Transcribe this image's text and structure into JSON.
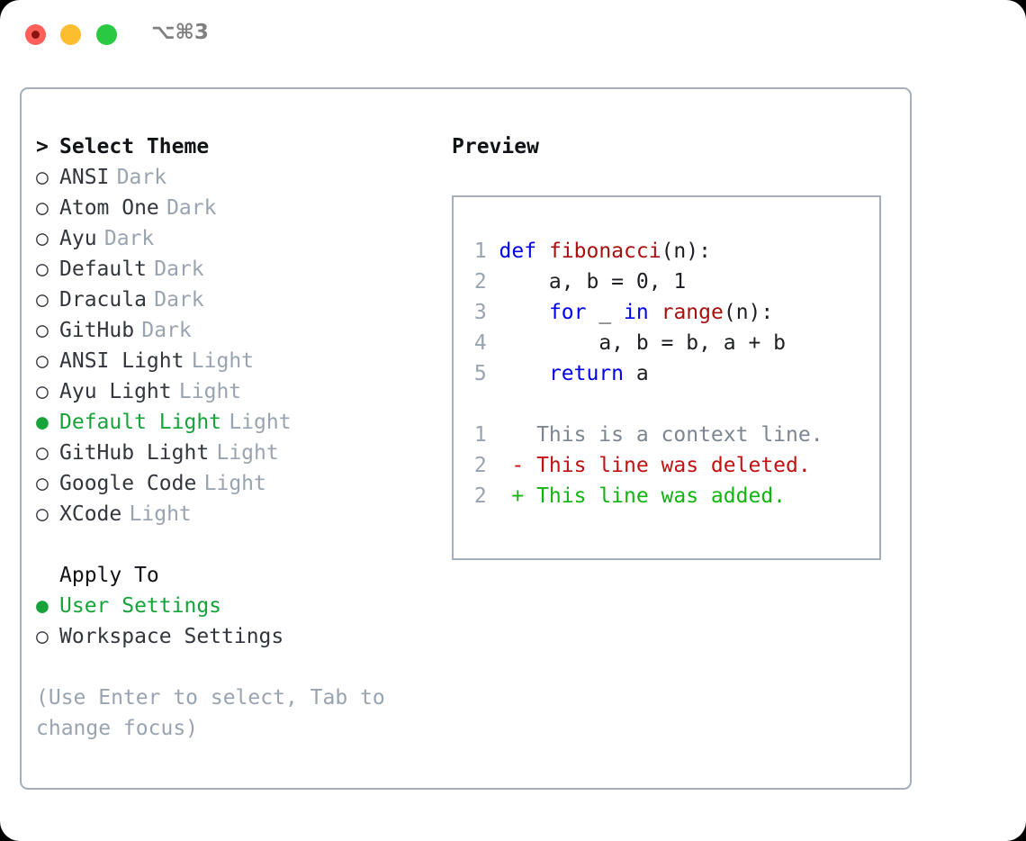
{
  "titlebar": {
    "shortcut": "⌥⌘3",
    "buttons": [
      {
        "name": "close",
        "color": "#fc6058"
      },
      {
        "name": "minimize",
        "color": "#fcbd2e"
      },
      {
        "name": "zoom",
        "color": "#29ca41"
      }
    ]
  },
  "theme_selector": {
    "header_marker": ">",
    "header": "Select Theme",
    "marker_selected": "●",
    "marker_unselected": "○",
    "items": [
      {
        "name": "ANSI",
        "variant": "Dark",
        "selected": false
      },
      {
        "name": "Atom One",
        "variant": "Dark",
        "selected": false
      },
      {
        "name": "Ayu",
        "variant": "Dark",
        "selected": false
      },
      {
        "name": "Default",
        "variant": "Dark",
        "selected": false
      },
      {
        "name": "Dracula",
        "variant": "Dark",
        "selected": false
      },
      {
        "name": "GitHub",
        "variant": "Dark",
        "selected": false
      },
      {
        "name": "ANSI Light",
        "variant": "Light",
        "selected": false
      },
      {
        "name": "Ayu Light",
        "variant": "Light",
        "selected": false
      },
      {
        "name": "Default Light",
        "variant": "Light",
        "selected": true
      },
      {
        "name": "GitHub Light",
        "variant": "Light",
        "selected": false
      },
      {
        "name": "Google Code",
        "variant": "Light",
        "selected": false
      },
      {
        "name": "XCode",
        "variant": "Light",
        "selected": false
      }
    ]
  },
  "apply_to": {
    "title": "Apply To",
    "items": [
      {
        "name": "User Settings",
        "selected": true
      },
      {
        "name": "Workspace Settings",
        "selected": false
      }
    ]
  },
  "hint": "(Use Enter to select, Tab to change focus)",
  "preview": {
    "title": "Preview",
    "code_lines": [
      {
        "num": "1",
        "tokens": [
          {
            "t": "def ",
            "c": "kw"
          },
          {
            "t": "fibonacci",
            "c": "fn"
          },
          {
            "t": "(n):",
            "c": "pl"
          }
        ]
      },
      {
        "num": "2",
        "tokens": [
          {
            "t": "    a, b = 0, 1",
            "c": "pl"
          }
        ]
      },
      {
        "num": "3",
        "tokens": [
          {
            "t": "    ",
            "c": "pl"
          },
          {
            "t": "for",
            "c": "kw"
          },
          {
            "t": " _ ",
            "c": "pl"
          },
          {
            "t": "in",
            "c": "kw"
          },
          {
            "t": " ",
            "c": "pl"
          },
          {
            "t": "range",
            "c": "fn"
          },
          {
            "t": "(n):",
            "c": "pl"
          }
        ]
      },
      {
        "num": "4",
        "tokens": [
          {
            "t": "        a, b = b, a + b",
            "c": "pl"
          }
        ]
      },
      {
        "num": "5",
        "tokens": [
          {
            "t": "    ",
            "c": "pl"
          },
          {
            "t": "return",
            "c": "kw"
          },
          {
            "t": " a",
            "c": "pl"
          }
        ]
      }
    ],
    "diff_lines": [
      {
        "num": "1",
        "sign": " ",
        "text": "This is a context line.",
        "kind": "ctx"
      },
      {
        "num": "2",
        "sign": "-",
        "text": "This line was deleted.",
        "kind": "del"
      },
      {
        "num": "2",
        "sign": "+",
        "text": "This line was added.",
        "kind": "add"
      }
    ]
  },
  "colors": {
    "accent_green": "#16a33a",
    "muted": "#9aa4b0",
    "text": "#33363d",
    "border": "#a5aebb",
    "keyword": "#0000ee",
    "function": "#a81010",
    "diff_add": "#11b411",
    "diff_del": "#c11111"
  }
}
